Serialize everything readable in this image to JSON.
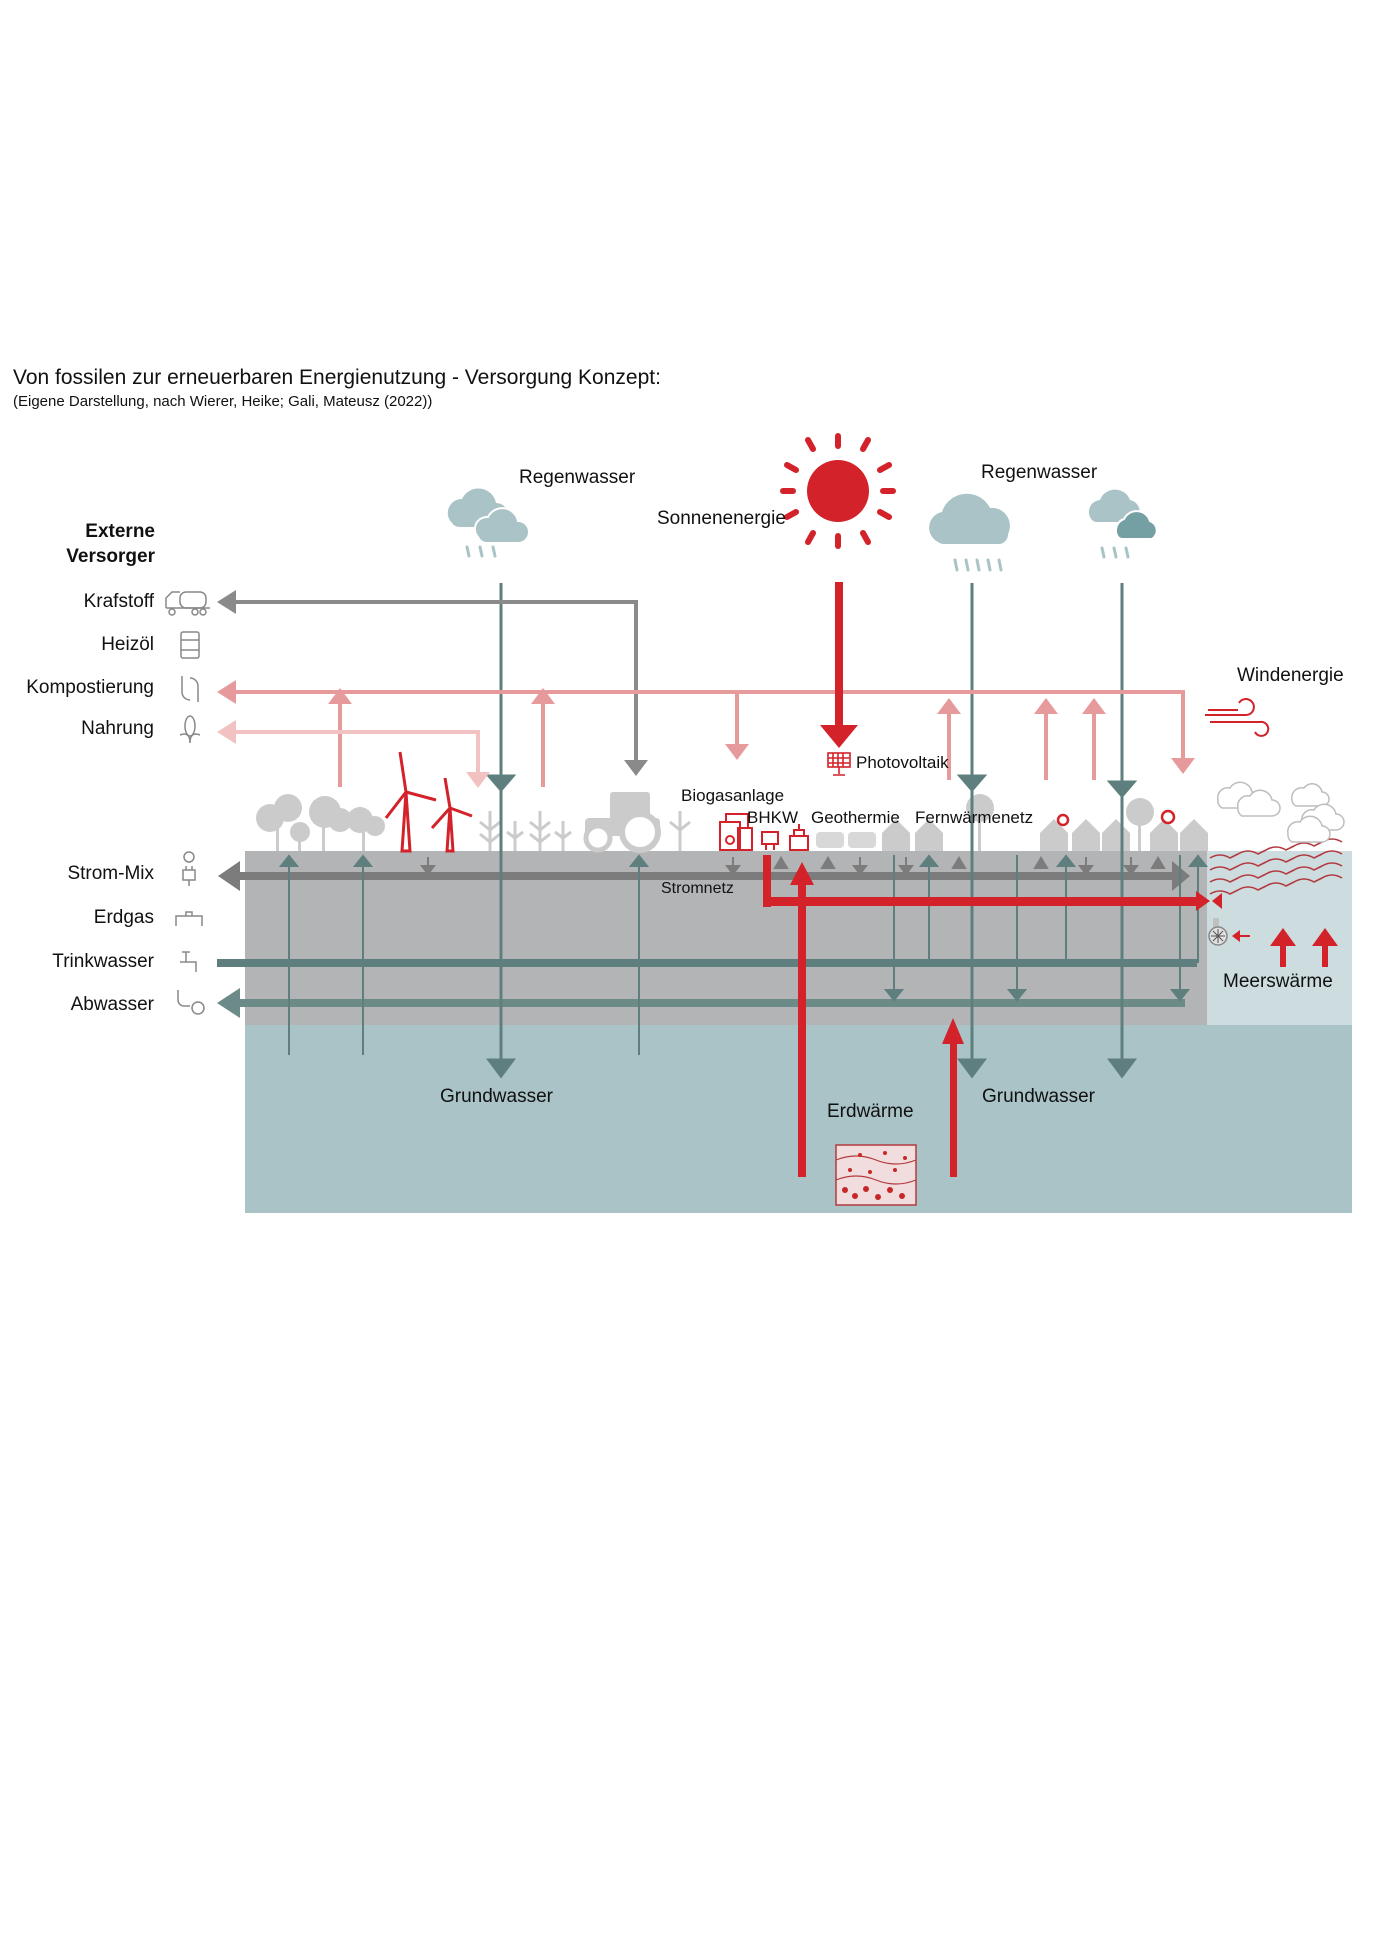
{
  "title": "Von fossilen zur erneuerbaren Energienutzung - Versorgung Konzept:",
  "subtitle": "(Eigene Darstellung, nach Wierer, Heike; Gali, Mateusz (2022))",
  "colors": {
    "red": "#d3222a",
    "light_red": "#e79a9c",
    "pale_red": "#f2c2c3",
    "teal": "#5e7f7d",
    "dark_gray": "#7c7c7c",
    "ground_gray": "#b3b4b6",
    "groundwater": "#a9c3c6",
    "sea": "#ccdcdf",
    "cloud": "#a9c3c6",
    "cloud_dark": "#74a0a3",
    "icon_gray": "#cbcbcb"
  },
  "external_suppliers": {
    "heading_line1": "Externe",
    "heading_line2": "Versorger",
    "items": [
      {
        "label": "Krafstoff",
        "icon": "tanker-truck-icon",
        "flow": "outgoing",
        "color": "dark_gray"
      },
      {
        "label": "Heizöl",
        "icon": "oil-barrel-icon",
        "flow": "none",
        "color": "none"
      },
      {
        "label": "Kompostierung",
        "icon": "recycle-icon",
        "flow": "outgoing",
        "color": "light_red"
      },
      {
        "label": "Nahrung",
        "icon": "corn-icon",
        "flow": "outgoing",
        "color": "pale_red"
      },
      {
        "label": "Strom-Mix",
        "icon": "plug-bulb-icon",
        "flow": "bidirectional",
        "color": "dark_gray"
      },
      {
        "label": "Erdgas",
        "icon": "gas-pipe-icon",
        "flow": "none",
        "color": "none"
      },
      {
        "label": "Trinkwasser",
        "icon": "tap-icon",
        "flow": "line",
        "color": "teal"
      },
      {
        "label": "Abwasser",
        "icon": "sewer-pipe-icon",
        "flow": "outgoing",
        "color": "teal"
      }
    ]
  },
  "sources": {
    "regenwasser_left": "Regenwasser",
    "sonnenenergie": "Sonnenenergie",
    "regenwasser_right": "Regenwasser",
    "windenergie": "Windenergie"
  },
  "facilities": {
    "photovoltaik": "Photovoltaik",
    "biogasanlage": "Biogasanlage",
    "bhkw": "BHKW",
    "geothermie": "Geothermie",
    "fernwaermenetz": "Fernwärmenetz",
    "stromnetz": "Stromnetz"
  },
  "underground": {
    "grundwasser_left": "Grundwasser",
    "grundwasser_right": "Grundwasser",
    "erdwaerme": "Erdwärme",
    "meerswaerme": "Meerswärme"
  }
}
